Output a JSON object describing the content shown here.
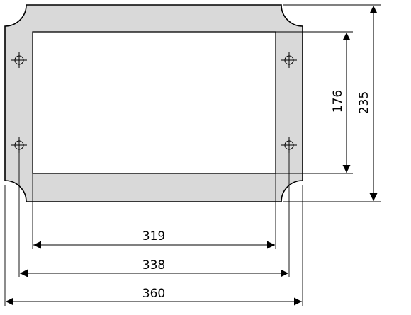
{
  "drawing": {
    "dimensions": {
      "inner_width": "319",
      "hole_spacing_width": "338",
      "overall_width": "360",
      "inner_height": "176",
      "overall_height": "235"
    },
    "colors": {
      "frame_fill": "#d9d9d9",
      "opening_fill": "#ffffff",
      "line": "#000000"
    }
  }
}
